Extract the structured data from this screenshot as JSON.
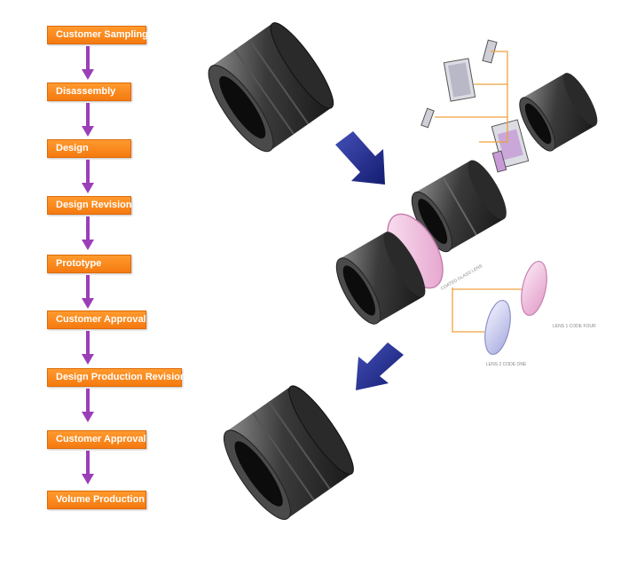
{
  "process": {
    "steps": [
      {
        "label": "Customer Sampling"
      },
      {
        "label": "Disassembly"
      },
      {
        "label": "Design"
      },
      {
        "label": "Design Revision"
      },
      {
        "label": "Prototype"
      },
      {
        "label": "Customer Approval"
      },
      {
        "label": "Design Production Revision"
      },
      {
        "label": "Customer Approval"
      },
      {
        "label": "Volume Production"
      }
    ]
  },
  "colors": {
    "step_fill": "#f5800f",
    "step_text": "#ffffff",
    "flow_arrow": "#9b3fb8",
    "big_arrow": "#1f2a8c",
    "callout_line": "#f0a040",
    "lens_pink": "#e7a6cf",
    "lens_blue": "#b4b6e8",
    "barrel": "#333333"
  },
  "illustration": {
    "lens_labels": [
      "COATED GLASS LENS",
      "LENS 2 CODE ONE",
      "LENS 1 CODE FOUR"
    ]
  }
}
